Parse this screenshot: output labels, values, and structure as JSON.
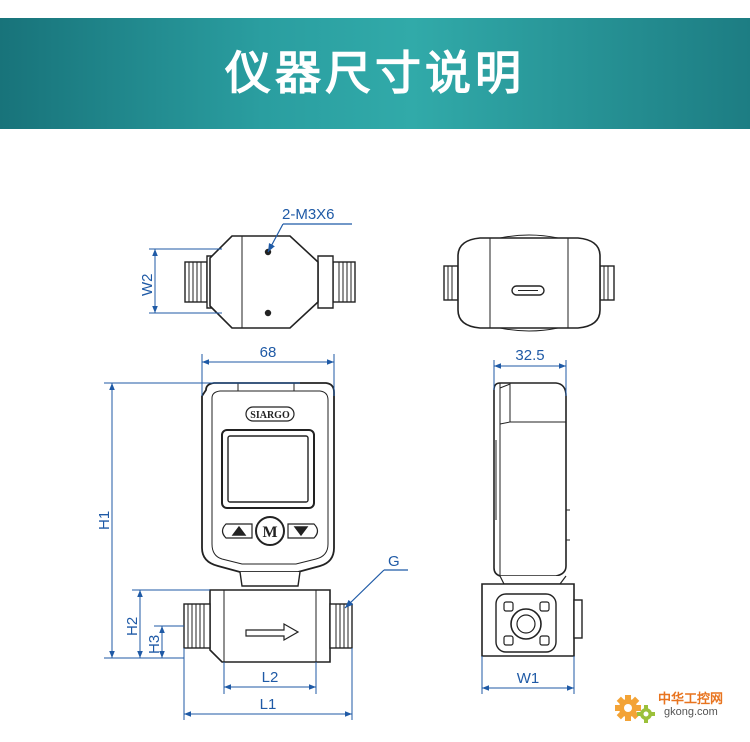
{
  "header": {
    "title": "仪器尺寸说明"
  },
  "brand": {
    "logo_text": "SIARGO",
    "button_label": "M"
  },
  "dimensions": {
    "screw_spec": "2-M3X6",
    "width_top_view": "W2",
    "width_overall": "68",
    "depth": "32.5",
    "height_total": "H1",
    "height_body": "H2",
    "height_port": "H3",
    "port_thread": "G",
    "length_body": "L2",
    "length_total": "L1",
    "width_side_body": "W1"
  },
  "watermark": {
    "name": "中华工控网",
    "url": "gkong.com"
  },
  "colors": {
    "banner": "#2a9ea0",
    "dimension_lines": "#1f5aa6",
    "drawing_lines": "#222222"
  }
}
